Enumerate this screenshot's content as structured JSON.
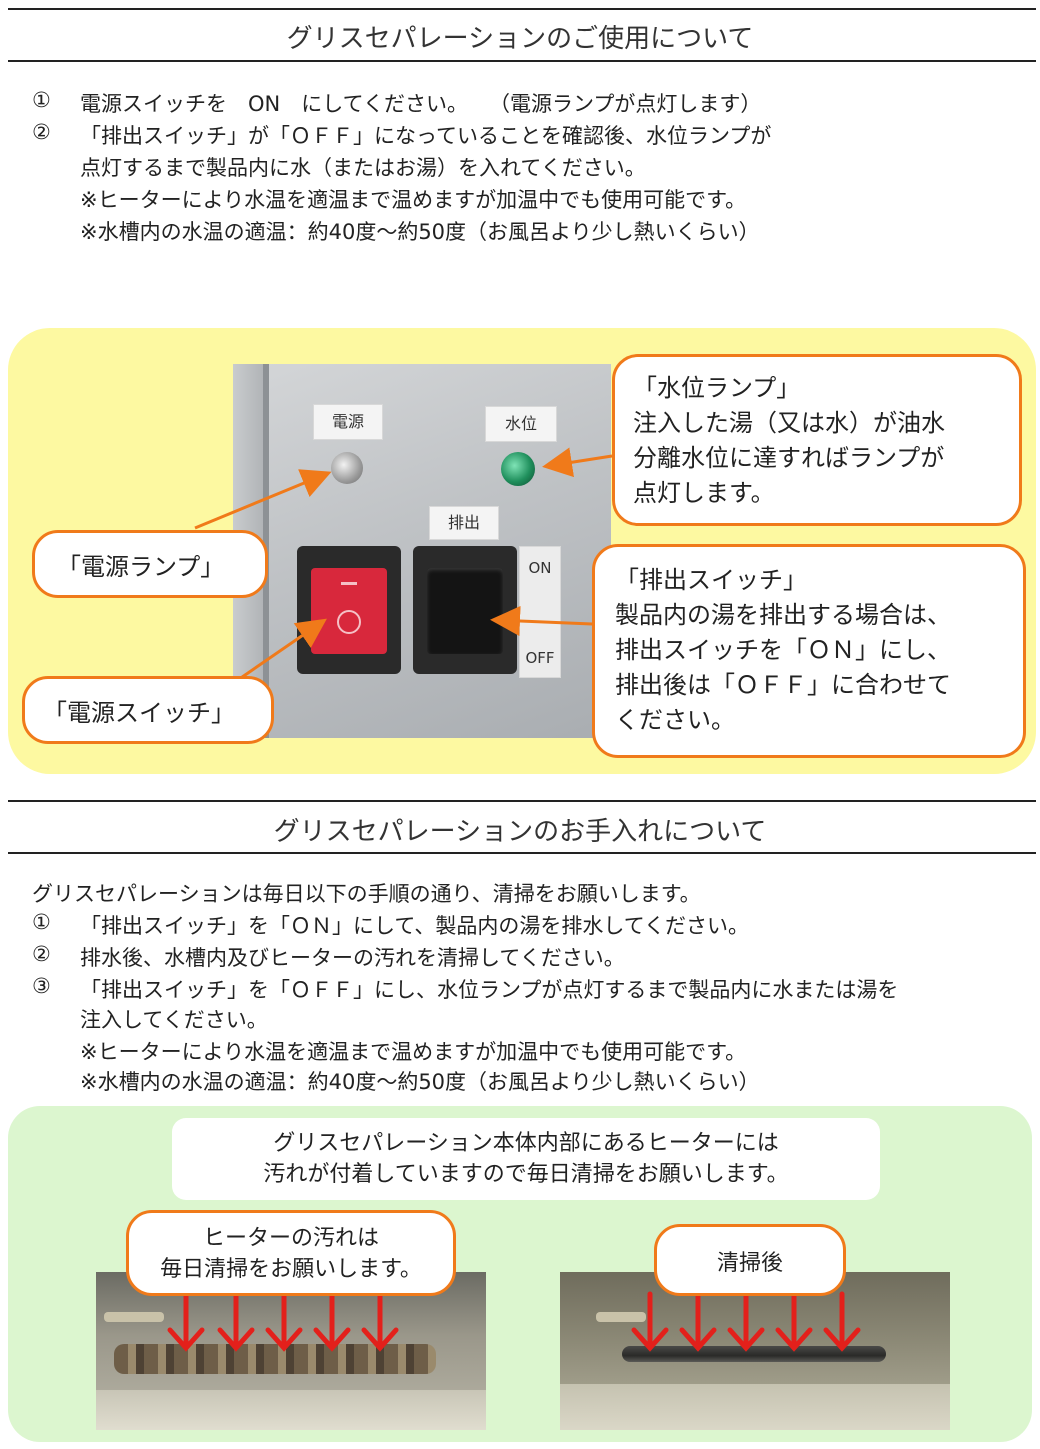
{
  "section1": {
    "title": "グリスセパレーションのご使用について",
    "items": [
      {
        "num": "①",
        "text": "電源スイッチを　ON　にしてください。　　（電源ランプが点灯します）"
      },
      {
        "num": "②",
        "text": "「排出スイッチ」が「ＯＦＦ」になっていることを確認後、水位ランプが"
      }
    ],
    "cont": [
      "点灯するまで製品内に水（またはお湯）を入れてください。",
      "※ヒーターにより水温を適温まで温めますが加温中でも使用可能です。",
      "※水槽内の水温の適温：約40度～約50度（お風呂より少し熱いくらい）"
    ]
  },
  "panel_photo": {
    "power_label": "電源",
    "water_label": "水位",
    "drain_label": "排出",
    "on_label": "ON",
    "off_label": "OFF"
  },
  "callouts": {
    "water_lamp": [
      "「水位ランプ」",
      "注入した湯（又は水）が油水",
      "分離水位に達すればランプが",
      "点灯します。"
    ],
    "power_lamp": "「電源ランプ」",
    "power_switch": "「電源スイッチ」",
    "drain_switch": [
      "「排出スイッチ」",
      "製品内の湯を排出する場合は、",
      "排出スイッチを「ＯＮ」にし、",
      "排出後は「ＯＦＦ」に合わせて",
      "ください。"
    ]
  },
  "section2": {
    "title": "グリスセパレーションのお手入れについて",
    "intro": "グリスセパレーションは毎日以下の手順の通り、清掃をお願いします。",
    "items": [
      {
        "num": "①",
        "text": "「排出スイッチ」を「ＯＮ」にして、製品内の湯を排水してください。"
      },
      {
        "num": "②",
        "text": "排水後、水槽内及びヒーターの汚れを清掃してください。"
      },
      {
        "num": "③",
        "text": "「排出スイッチ」を「ＯＦＦ」にし、水位ランプが点灯するまで製品内に水または湯を"
      }
    ],
    "cont": [
      "注入してください。",
      "※ヒーターにより水温を適温まで温めますが加温中でも使用可能です。",
      "※水槽内の水温の適温：約40度～約50度（お風呂より少し熱いくらい）"
    ]
  },
  "heater": {
    "notice": [
      "グリスセパレーション本体内部にあるヒーターには",
      "汚れが付着していますので毎日清掃をお願いします。"
    ],
    "dirty_callout": [
      "ヒーターの汚れは",
      "毎日清掃をお願いします。"
    ],
    "clean_callout": "清掃後"
  },
  "colors": {
    "callout_border": "#f07a1a",
    "arrow": "#e3201b",
    "panel_yellow": "#fdf9a1",
    "panel_green": "#dcf6cf",
    "power_switch": "#d8283c",
    "water_lamp": "#1f8f5c"
  }
}
